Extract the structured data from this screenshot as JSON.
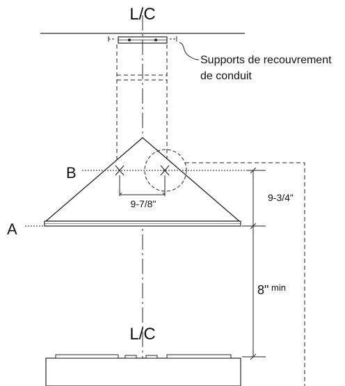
{
  "labels": {
    "centerline_top": "L/C",
    "centerline_bottom": "L/C",
    "callout_line1": "Supports de recouvrement",
    "callout_line2": "de conduit",
    "point_b": "B",
    "point_a": "A",
    "dim_horizontal": "9-7/8\"",
    "dim_vertical_upper": "9-3/4\"",
    "dim_vertical_lower_value": "8\"",
    "dim_vertical_lower_unit": "min"
  },
  "colors": {
    "line": "#222222",
    "hood_fill": "#ffffff",
    "surface_fill": "#f2f2f2"
  }
}
